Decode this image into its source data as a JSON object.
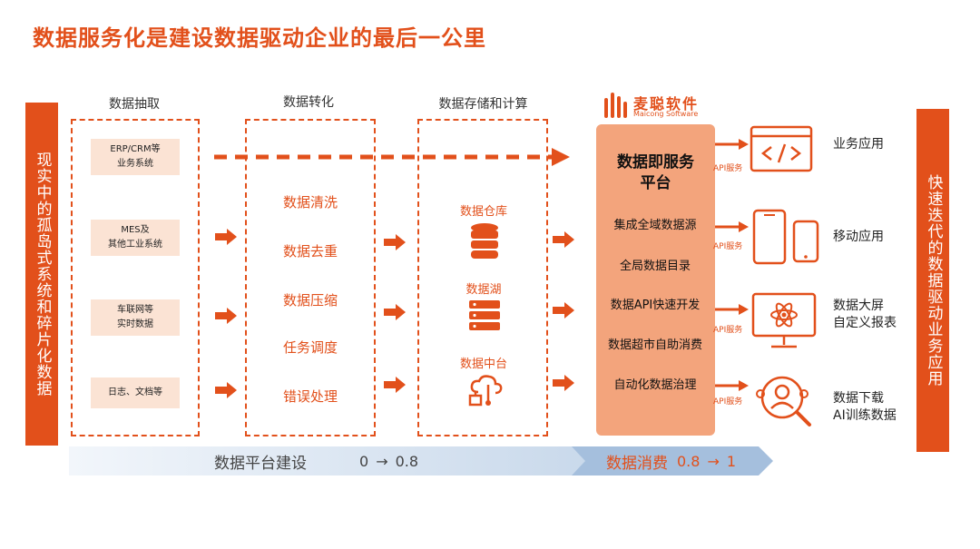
{
  "title": "数据服务化是建设数据驱动企业的最后一公里",
  "left_banner": "现实中的孤岛式系统和碎片化数据",
  "right_banner": "快速迭代的数据驱动业务应用",
  "columns": {
    "extract": "数据抽取",
    "transform": "数据转化",
    "storage": "数据存储和计算"
  },
  "sources": [
    {
      "line1": "ERP/CRM等",
      "line2": "业务系统"
    },
    {
      "line1": "MES及",
      "line2": "其他工业系统"
    },
    {
      "line1": "车联网等",
      "line2": "实时数据"
    },
    {
      "line1": "日志、文档等",
      "line2": ""
    }
  ],
  "transforms": [
    "数据清洗",
    "数据去重",
    "数据压缩",
    "任务调度",
    "错误处理"
  ],
  "storage": [
    "数据仓库",
    "数据湖",
    "数据中台"
  ],
  "brand": {
    "name": "麦聪软件",
    "sub": "Maicong Software"
  },
  "core": {
    "title_line1": "数据即服务",
    "title_line2": "平台",
    "items": [
      "集成全域数据源",
      "全局数据目录",
      "数据API快速开发",
      "数据超市自助消费",
      "自动化数据治理"
    ]
  },
  "api_label": "API服务",
  "apps": [
    {
      "line1": "业务应用",
      "line2": ""
    },
    {
      "line1": "移动应用",
      "line2": ""
    },
    {
      "line1": "数据大屏",
      "line2": "自定义报表"
    },
    {
      "line1": "数据下载",
      "line2": "AI训练数据"
    }
  ],
  "bottom": {
    "left_label": "数据平台建设",
    "left_from": "0",
    "left_to": "0.8",
    "right_label": "数据消费",
    "right_from": "0.8",
    "right_to": "1"
  },
  "colors": {
    "accent": "#e2501b",
    "core_bg": "#f3a47c",
    "source_bg": "#fbe3d4",
    "bottom_left": "#dbe6f1",
    "bottom_right": "#9db8d9"
  }
}
